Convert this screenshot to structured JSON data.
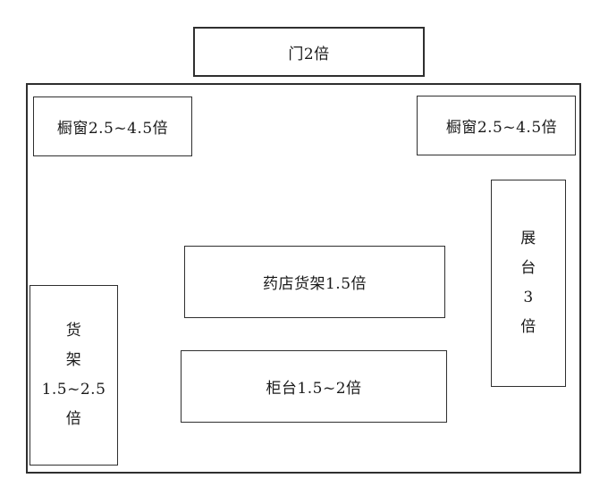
{
  "diagram": {
    "door": {
      "label": "门2倍"
    },
    "window_left": {
      "label": "橱窗2.5~4.5倍"
    },
    "window_right": {
      "label": "橱窗2.5~4.5倍"
    },
    "pharmacy_shelf": {
      "label": "药店货架1.5倍"
    },
    "counter": {
      "label": "柜台1.5~2倍"
    },
    "shelf": {
      "lines": [
        "货",
        "架",
        "1.5~2.5",
        "倍"
      ]
    },
    "display_stand": {
      "lines": [
        "展",
        "台",
        "3",
        "倍"
      ]
    }
  }
}
